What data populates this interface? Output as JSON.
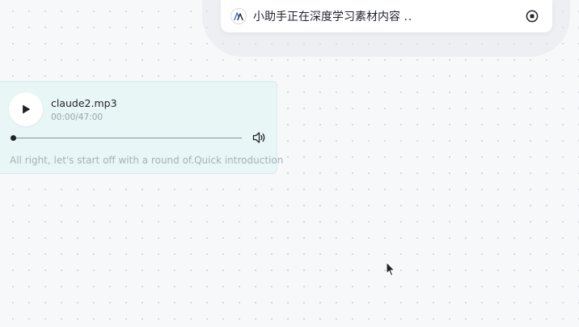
{
  "status_bar": {
    "text": "小助手正在深度学习素材内容",
    "dots": "..",
    "logo_icon": "assistant-logo-icon",
    "stop_icon": "stop-circle-icon"
  },
  "audio_player": {
    "file_name": "claude2.mp3",
    "time": "00:00/47:00",
    "progress": 0,
    "transcript": "All right, let's start off with a round of.Quick introduction",
    "play_icon": "play-icon",
    "volume_icon": "volume-icon"
  },
  "colors": {
    "card_background": "#e8f6f6",
    "text_primary": "#1f2329",
    "text_muted": "#9aa3ad",
    "logo_blue": "#2f6fe6"
  }
}
